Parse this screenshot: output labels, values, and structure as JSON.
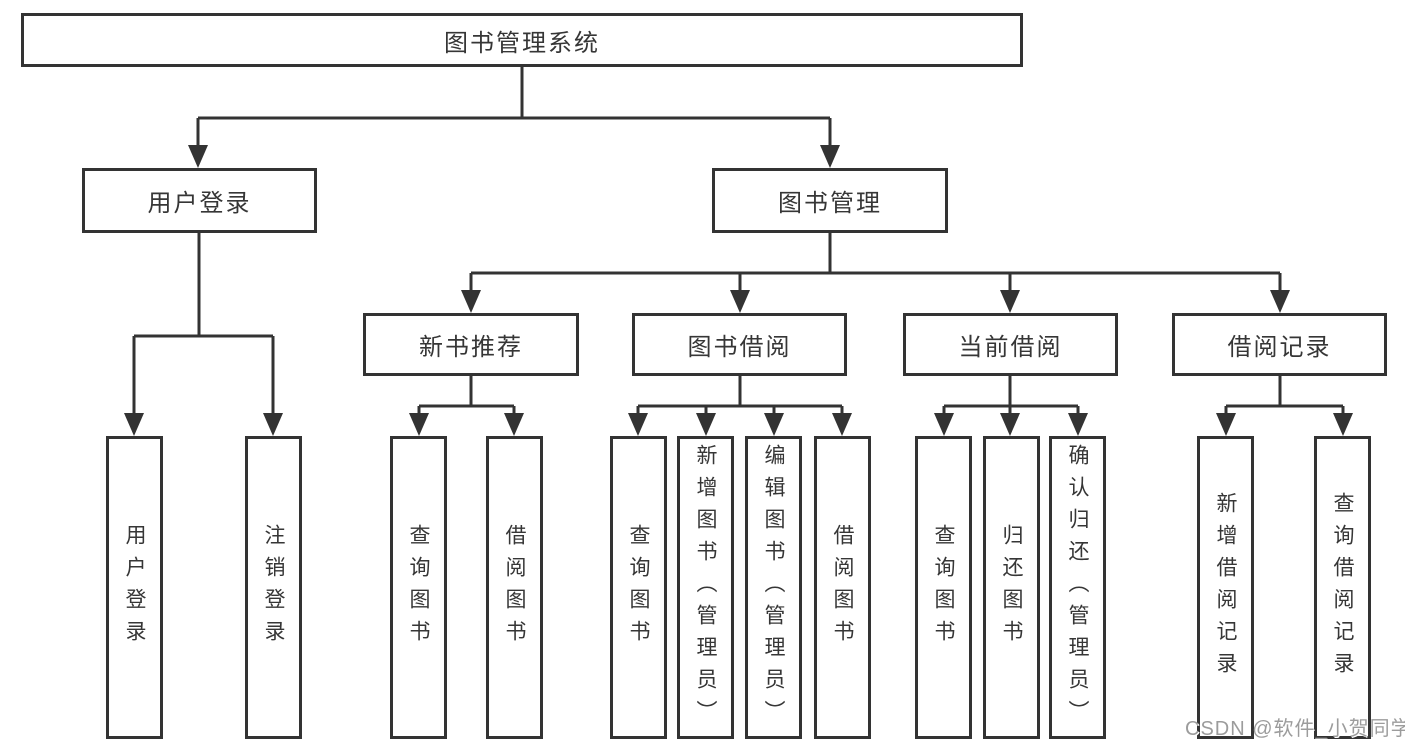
{
  "tree": {
    "root": {
      "label": "图书管理系统"
    },
    "branches": [
      {
        "label": "用户登录",
        "children": [
          {
            "label": "用户登录"
          },
          {
            "label": "注销登录"
          }
        ]
      },
      {
        "label": "图书管理",
        "children": [
          {
            "label": "新书推荐",
            "children": [
              {
                "label": "查询图书"
              },
              {
                "label": "借阅图书"
              }
            ]
          },
          {
            "label": "图书借阅",
            "children": [
              {
                "label": "查询图书"
              },
              {
                "label": "新增图书（管理员）"
              },
              {
                "label": "编辑图书（管理员）"
              },
              {
                "label": "借阅图书"
              }
            ]
          },
          {
            "label": "当前借阅",
            "children": [
              {
                "label": "查询图书"
              },
              {
                "label": "归还图书"
              },
              {
                "label": "确认归还（管理员）"
              }
            ]
          },
          {
            "label": "借阅记录",
            "children": [
              {
                "label": "新增借阅记录"
              },
              {
                "label": "查询借阅记录"
              }
            ]
          }
        ]
      }
    ]
  },
  "watermark": {
    "text": "CSDN @软件_小贺同学"
  },
  "colors": {
    "line": "#333333",
    "text": "#363636",
    "background": "#ffffff",
    "watermark": "#9c9c9c"
  }
}
